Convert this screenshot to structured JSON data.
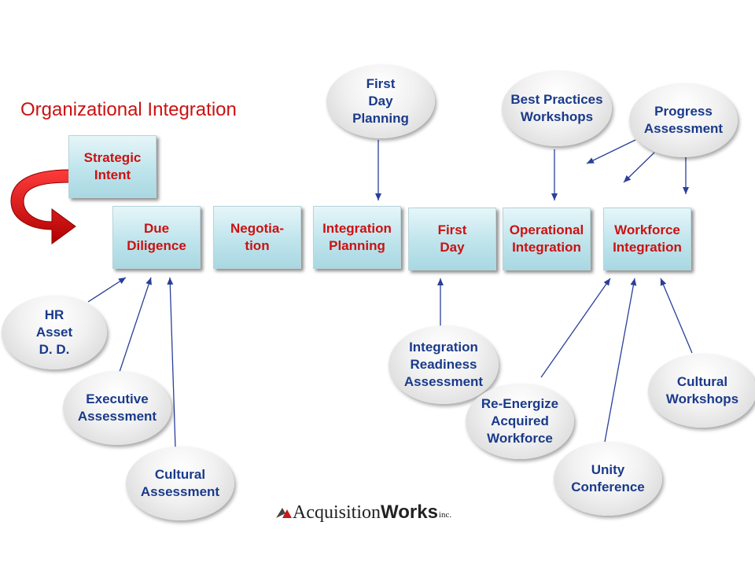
{
  "title": "Organizational Integration",
  "strategic_intent": "Strategic\nIntent",
  "stages": [
    "Due\nDiligence",
    "Negotia-\ntion",
    "Integration\nPlanning",
    "First\nDay",
    "Operational\nIntegration",
    "Workforce\nIntegration"
  ],
  "bubbles": {
    "first_day_planning": "First\nDay\nPlanning",
    "best_practices": "Best Practices\nWorkshops",
    "progress_assessment": "Progress\nAssessment",
    "hr_asset": "HR\nAsset\nD. D.",
    "executive_assessment": "Executive\nAssessment",
    "cultural_assessment": "Cultural\nAssessment",
    "integration_readiness": "Integration\nReadiness\nAssessment",
    "re_energize": "Re-Energize\nAcquired\nWorkforce",
    "unity_conference": "Unity\nConference",
    "cultural_workshops": "Cultural\nWorkshops"
  },
  "logo": {
    "part1": "Acquisition",
    "part2": "Works",
    "part3": "inc."
  },
  "colors": {
    "title": "#cc1111",
    "box_text": "#cc1111",
    "bubble_text": "#1a3a8a",
    "box_fill": "#bfe4ec",
    "curved_arrow": "#cc0000"
  }
}
